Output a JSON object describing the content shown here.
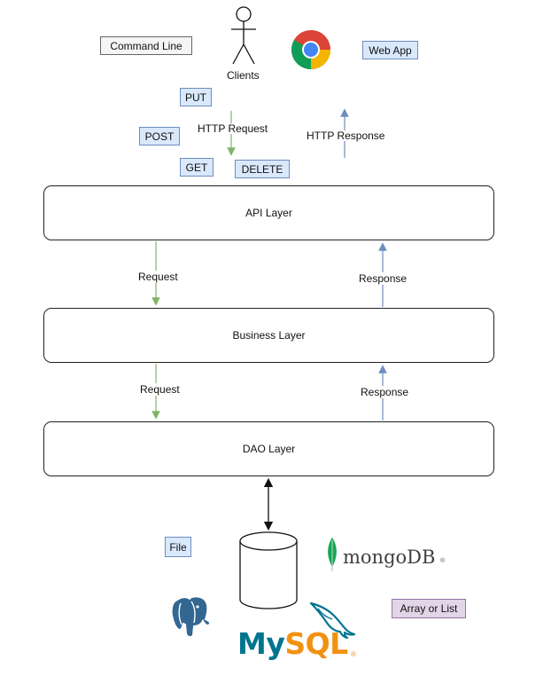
{
  "clients": {
    "label": "Clients",
    "command_line": "Command Line",
    "web_app": "Web App",
    "methods": {
      "put": "PUT",
      "post": "POST",
      "get": "GET",
      "delete": "DELETE"
    }
  },
  "arrows": {
    "http_request": "HTTP Request",
    "http_response": "HTTP Response",
    "request": "Request",
    "response": "Response"
  },
  "layers": {
    "api": "API Layer",
    "business": "Business Layer",
    "dao": "DAO Layer"
  },
  "storage": {
    "file": "File",
    "array_or_list": "Array or List",
    "mongodb": "mongoDB",
    "mysql": "MySQL"
  },
  "colors": {
    "request_arrow": "#82b366",
    "response_arrow": "#6c8ebf",
    "tag_blue_fill": "#dae8fc",
    "tag_purple_fill": "#e1d5e7",
    "tag_gray_fill": "#f5f5f5",
    "mysql_blue": "#00758f",
    "mysql_orange": "#f29111",
    "mongodb_green": "#13aa52"
  },
  "icons": [
    "stick-figure-icon",
    "chrome-icon",
    "postgresql-elephant-icon",
    "mysql-dolphin-icon",
    "mongodb-leaf-icon",
    "database-cylinder-icon"
  ]
}
